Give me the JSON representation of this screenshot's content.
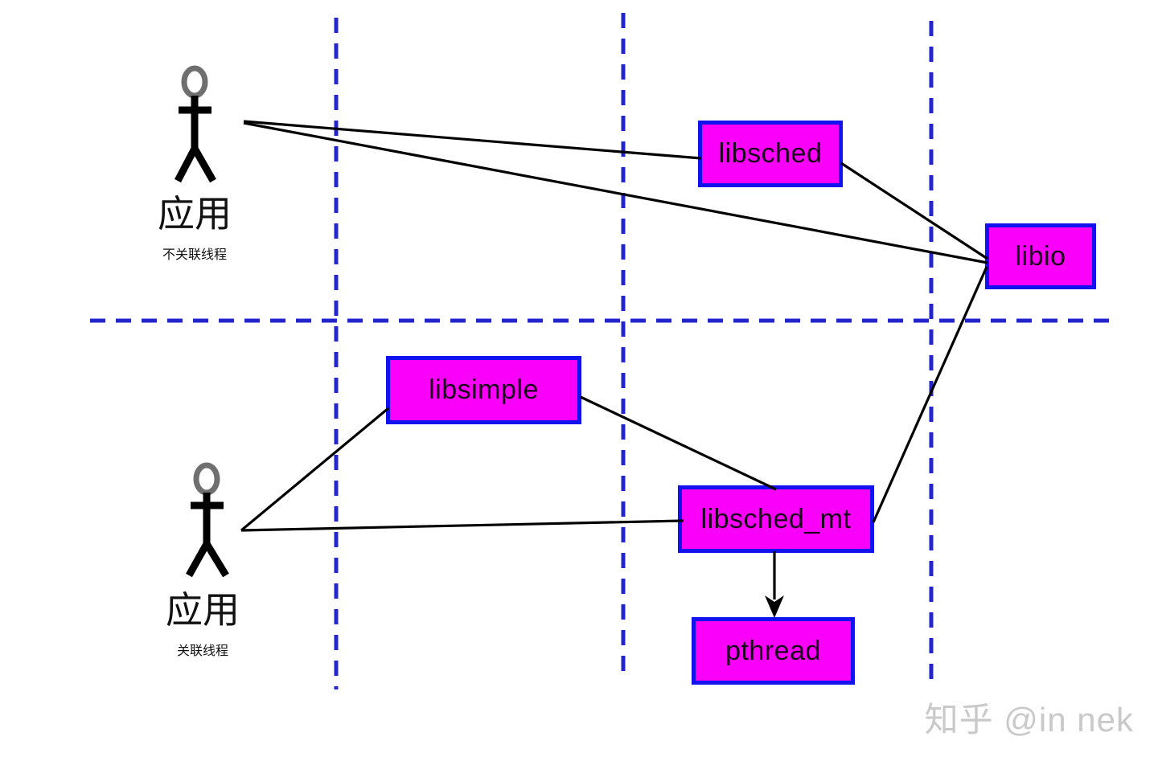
{
  "actors": {
    "top": {
      "label": "应用",
      "sublabel": "不关联线程"
    },
    "bottom": {
      "label": "应用",
      "sublabel": "关联线程"
    }
  },
  "nodes": {
    "libsched": {
      "label": "libsched"
    },
    "libio": {
      "label": "libio"
    },
    "libsimple": {
      "label": "libsimple"
    },
    "libsched_mt": {
      "label": "libsched_mt"
    },
    "pthread": {
      "label": "pthread"
    }
  },
  "edges": [
    {
      "from": "actor-unrelated-thread",
      "to": "libsched",
      "arrow": false
    },
    {
      "from": "actor-unrelated-thread",
      "to": "libio",
      "arrow": false
    },
    {
      "from": "libsched",
      "to": "libio",
      "arrow": false
    },
    {
      "from": "libio",
      "to": "libsched_mt",
      "arrow": false
    },
    {
      "from": "actor-related-thread",
      "to": "libsimple",
      "arrow": false
    },
    {
      "from": "actor-related-thread",
      "to": "libsched_mt",
      "arrow": false
    },
    {
      "from": "libsimple",
      "to": "libsched_mt",
      "arrow": false
    },
    {
      "from": "libsched_mt",
      "to": "pthread",
      "arrow": true
    }
  ],
  "colors": {
    "node_fill": "#fa00fa",
    "node_border": "#1212ee",
    "dashed_line": "#2424cd",
    "connector": "#000000",
    "stickman_head": "#6f6f6f",
    "stickman_body": "#000000",
    "watermark": "#c9c9c9"
  },
  "watermark": {
    "text": "知乎 @in nek"
  }
}
